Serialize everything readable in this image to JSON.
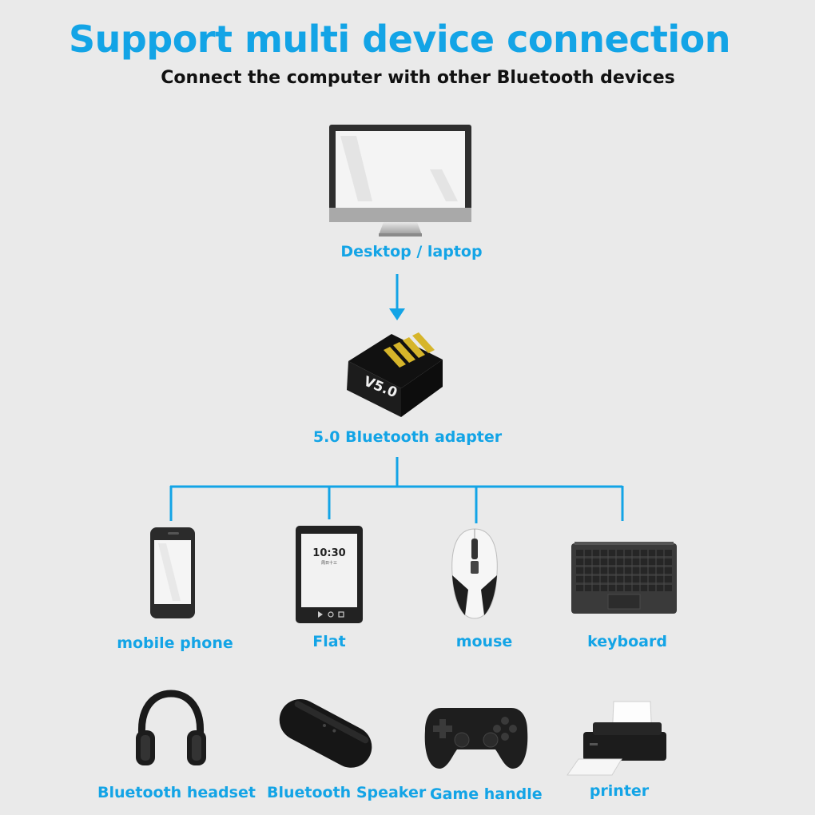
{
  "colors": {
    "accent": "#13a4e6",
    "background": "#eaeaea",
    "heading": "#111111"
  },
  "title": "Support multi device connection",
  "subtitle": "Connect the computer with other Bluetooth devices",
  "hub": {
    "source_label": "Desktop / laptop",
    "adapter_label": "5.0 Bluetooth adapter",
    "adapter_marking": "V5.0"
  },
  "devices_row1": [
    {
      "label": "mobile phone",
      "icon": "smartphone-icon"
    },
    {
      "label": "Flat",
      "icon": "tablet-icon"
    },
    {
      "label": "mouse",
      "icon": "mouse-icon"
    },
    {
      "label": "keyboard",
      "icon": "keyboard-icon"
    }
  ],
  "tablet_screen": {
    "time": "10:30",
    "date": "周日十三"
  },
  "devices_row2": [
    {
      "label": "Bluetooth headset",
      "icon": "headphones-icon"
    },
    {
      "label": "Bluetooth Speaker",
      "icon": "speaker-icon"
    },
    {
      "label": "Game handle",
      "icon": "gamepad-icon"
    },
    {
      "label": "printer",
      "icon": "printer-icon"
    }
  ]
}
